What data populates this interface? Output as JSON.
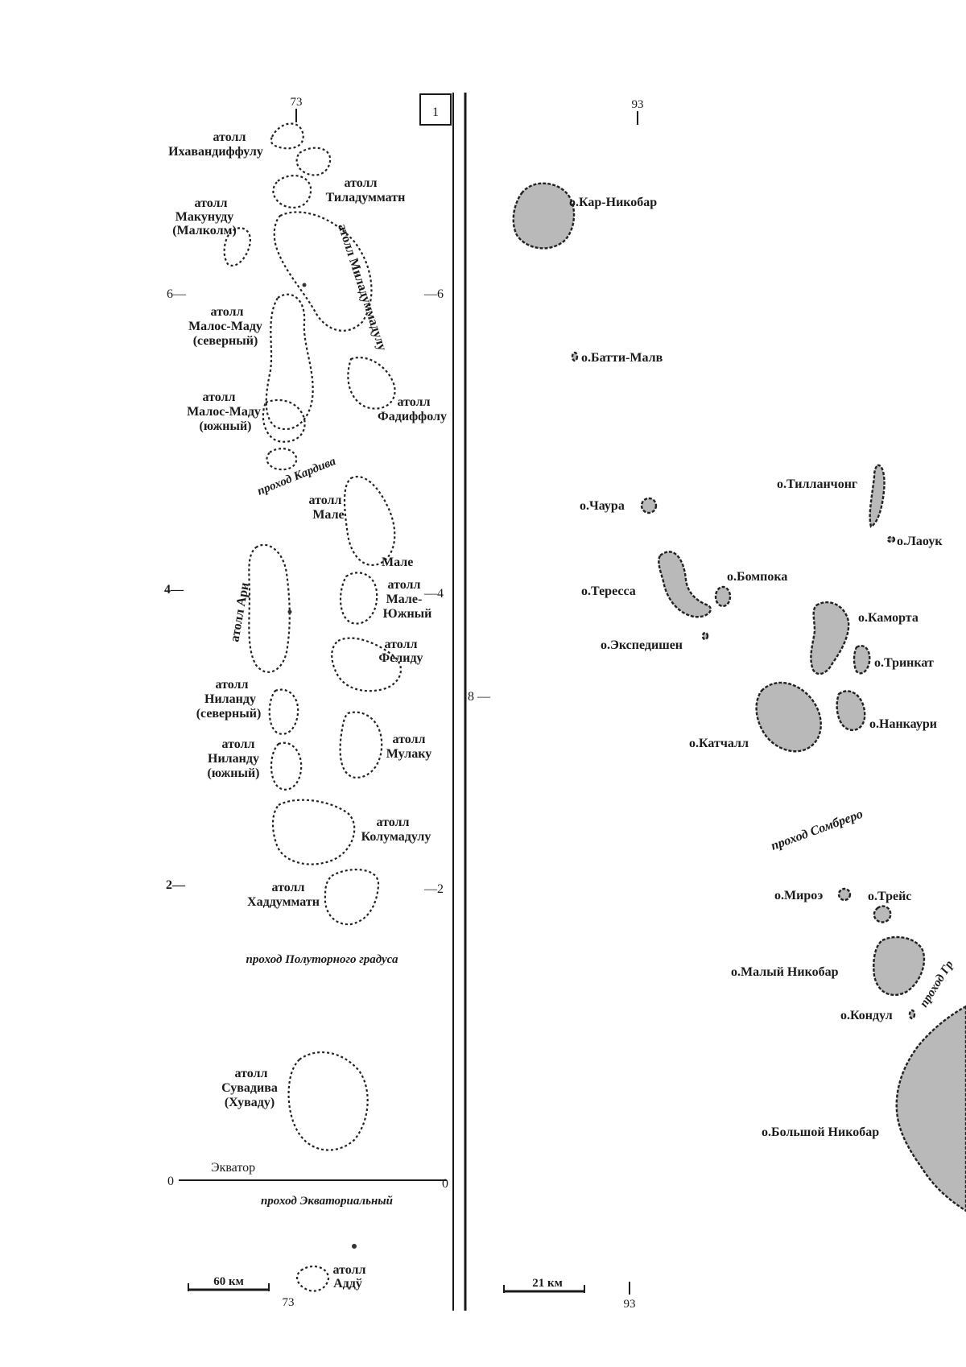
{
  "panel_number": "1",
  "left_map": {
    "top_longitude": "73",
    "bottom_longitude": "73",
    "lat_left": {
      "six": "6—",
      "four": "4—",
      "two": "2—",
      "zero": "0"
    },
    "lat_right": {
      "six": "—6",
      "four": "—4",
      "two": "—2",
      "zero": "0"
    },
    "labels": {
      "ihavandiffulu": [
        "атолл",
        "Ихавандиффулу"
      ],
      "tiladummati": [
        "атолл",
        "Тиладумматн"
      ],
      "makunudu": [
        "атолл",
        "Макунуду",
        "(Малколм)"
      ],
      "miladummadulu": "атолл Миладуммадулу",
      "malos_north": [
        "атолл",
        "Малос-Маду",
        "(северный)"
      ],
      "malos_south": [
        "атолл",
        "Малос-Маду",
        "(южный)"
      ],
      "fadiffolu": [
        "атолл",
        "Фадиффолу"
      ],
      "kardiva": "проход Кардива",
      "male_atoll": [
        "атолл",
        "Мале"
      ],
      "male_city": "Мале",
      "ari": "атолл Ари",
      "male_south": [
        "атолл",
        "Мале-",
        "Южный"
      ],
      "felidu": [
        "атолл",
        "Фелиду"
      ],
      "nilandu_north": [
        "атолл",
        "Ниланду",
        "(северный)"
      ],
      "nilandu_south": [
        "атолл",
        "Ниланду",
        "(южный)"
      ],
      "mulaku": [
        "атолл",
        "Мулаку"
      ],
      "kolumadulu": [
        "атолл",
        "Колумадулу"
      ],
      "haddummati": [
        "атолл",
        "Хаддумматн"
      ],
      "one_and_half": "проход Полуторного градуса",
      "suvadiva": [
        "атолл",
        "Сувадива",
        "(Хуваду)"
      ],
      "equator": "Экватор",
      "equatorial_channel": "проход Экваториальный",
      "addu": [
        "атолл",
        "Аддў"
      ]
    },
    "scale": "60 км"
  },
  "right_map": {
    "top_longitude": "93",
    "bottom_longitude": "93",
    "lat_marker": "8 —",
    "labels": {
      "car_nicobar": "о.Кар-Никобар",
      "batti_malv": "о.Батти-Малв",
      "tillanchong": "о.Тилланчонг",
      "chaura": "о.Чаура",
      "laouk": "о.Лаоук",
      "bompoka": "о.Бомпока",
      "teressa": "о.Тересса",
      "kamorta": "о.Каморта",
      "expedition": "о.Экспедишен",
      "trinkat": "о.Тринкат",
      "nankauri": "о.Нанкаури",
      "katchall": "о.Катчалл",
      "sombrero": "проход Сомбреро",
      "miroe": "о.Мироэ",
      "treis": "о.Трейс",
      "little_nicobar": "о.Малый Никобар",
      "kondul": "о.Кондул",
      "great_channel": "проход Гр",
      "great_nicobar": "о.Большой Никобар"
    },
    "scale": "21 км"
  }
}
